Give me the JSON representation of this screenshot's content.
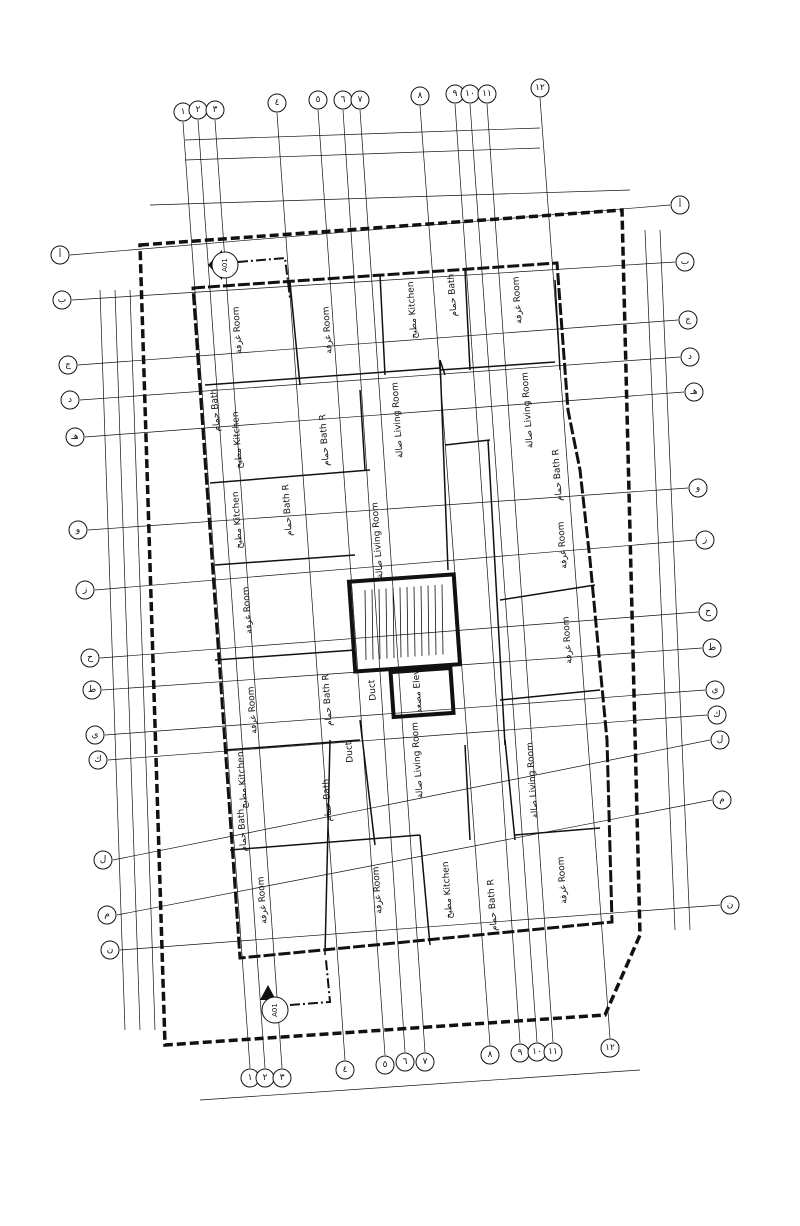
{
  "drawing": {
    "line_color": "#111111",
    "background": "#ffffff",
    "grid_top": [
      "١",
      "٢",
      "٣",
      "٤",
      "٥",
      "٦",
      "٧",
      "٨",
      "٩",
      "١٠",
      "١١",
      "١٢"
    ],
    "grid_bottom": [
      "١",
      "٢",
      "٣",
      "٤",
      "٥",
      "٦",
      "٧",
      "٨",
      "٩",
      "١٠",
      "١١",
      "١٢"
    ],
    "grid_left": [
      "أ",
      "ب",
      "ج",
      "د",
      "هـ",
      "و",
      "ز",
      "ح",
      "ط",
      "ي",
      "ك",
      "ل",
      "م",
      "ن"
    ],
    "grid_right": [
      "أ",
      "ب",
      "ج",
      "د",
      "هـ",
      "و",
      "ز",
      "ح",
      "ط",
      "ي",
      "ك",
      "ل",
      "م",
      "ن"
    ],
    "section_marks": [
      "A01",
      "A01"
    ],
    "rooms": [
      {
        "label": "غرفة Room"
      },
      {
        "label": "غرفة Room"
      },
      {
        "label": "مطبخ Kitchen"
      },
      {
        "label": "حمام Bath"
      },
      {
        "label": "غرفة Room"
      },
      {
        "label": "حمام Bath"
      },
      {
        "label": "مطبخ Kitchen"
      },
      {
        "label": "حمام Bath R"
      },
      {
        "label": "صالة Living Room"
      },
      {
        "label": "صالة Living Room"
      },
      {
        "label": "حمام Bath R"
      },
      {
        "label": "مطبخ Kitchen"
      },
      {
        "label": "حمام Bath R"
      },
      {
        "label": "صالة Living Room"
      },
      {
        "label": "غرفة Room"
      },
      {
        "label": "غرفة Room"
      },
      {
        "label": "غرفة Room"
      },
      {
        "label": "مصعد Elev."
      },
      {
        "label": "Duct"
      },
      {
        "label": "حمام Bath R"
      },
      {
        "label": "غرفة Room"
      },
      {
        "label": "Duct"
      },
      {
        "label": "مطبخ Kitchen"
      },
      {
        "label": "حمام Bath"
      },
      {
        "label": "صالة Living Room"
      },
      {
        "label": "صالة Living Room"
      },
      {
        "label": "حمام Bath"
      },
      {
        "label": "غرفة Room"
      },
      {
        "label": "غرفة Room"
      },
      {
        "label": "مطبخ Kitchen"
      },
      {
        "label": "حمام Bath R"
      },
      {
        "label": "غرفة Room"
      }
    ]
  }
}
